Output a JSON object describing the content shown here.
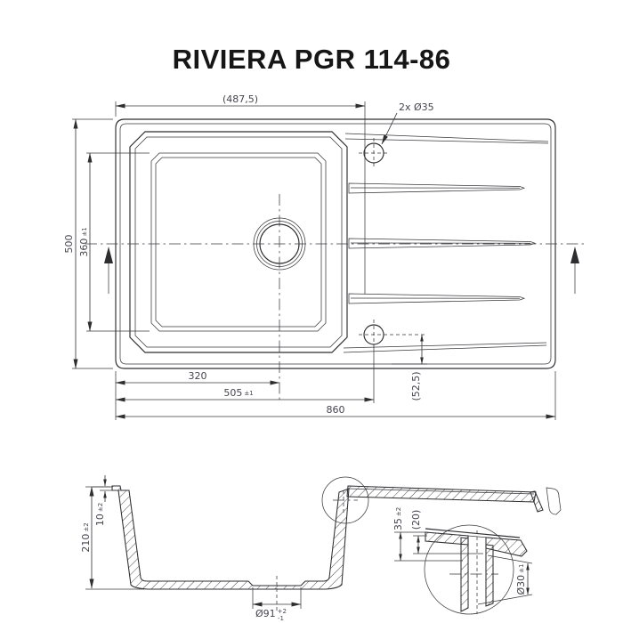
{
  "title": "RIVIERA PGR 114-86",
  "colors": {
    "line": "#2e2e31",
    "dim_text": "#45454e",
    "background": "#ffffff"
  },
  "top_view": {
    "dim_width_partial": "(487,5)",
    "dim_holes_label": "2x Ø35",
    "dim_height_total": "500",
    "dim_bowl_height": {
      "v": "360",
      "t": "±1"
    },
    "dim_drain_offset": "320",
    "dim_holes_offset": {
      "v": "505",
      "t": "±1"
    },
    "dim_width_total": "860",
    "dim_hole_edge": "(52,5)"
  },
  "section_view": {
    "dim_rim_step": {
      "v": "10",
      "t": "±2"
    },
    "dim_depth": {
      "v": "210",
      "t": "±2"
    },
    "dim_drain_dia": {
      "v": "Ø91",
      "tp": "+2",
      "tm": "-1"
    }
  },
  "detail_view": {
    "dim_thickness": {
      "v": "35",
      "t": "±2"
    },
    "dim_aux": "(20)",
    "dim_overflow_dia": {
      "v": "Ø30",
      "t": "±1"
    }
  }
}
